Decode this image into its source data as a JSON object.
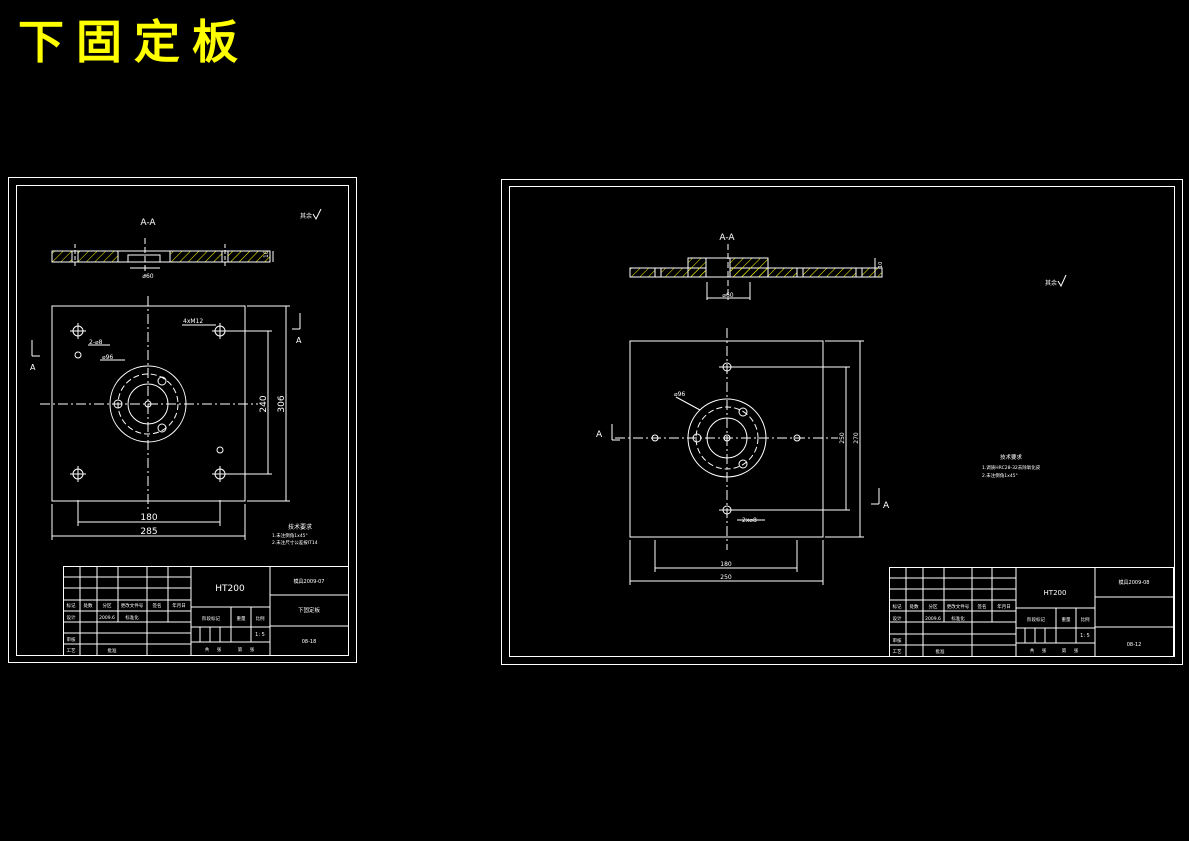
{
  "title": "下固定板",
  "colors": {
    "background": "#000000",
    "title": "#ffff00",
    "line": "#ffffff",
    "dim": "#ffffff"
  },
  "sheet1": {
    "section_label": "A-A",
    "section_mark": "A",
    "roughness": "其余",
    "dims": {
      "d_96": "⌀96",
      "holes_2": "2-⌀8",
      "holes_4": "4xM12",
      "h_240": "240",
      "h_306": "306",
      "w_180": "180",
      "w_285": "285",
      "thk": "10",
      "d_60": "⌀60"
    },
    "notes_title": "技术要求",
    "notes": [
      "1.未注倒角1x45°",
      "2.未注尺寸公差按IT14"
    ],
    "tb_material": "HT200",
    "tb_code": "模具2009-07",
    "tb_name": "下固定板",
    "tb_scale": "1: 5",
    "tb_num": "08-18",
    "tb_labels": [
      "标记",
      "处数",
      "分区",
      "更改文件号",
      "签名",
      "年月日"
    ],
    "tb_row2": [
      "设计",
      "2009.6",
      "标准化"
    ],
    "tb_row3": [
      "审核"
    ],
    "tb_row4": [
      "工艺",
      "批准"
    ],
    "tb_mid_labels": [
      "阶段标记",
      "重量",
      "比例"
    ],
    "tb_sheet": [
      "共",
      "张",
      "第",
      "张"
    ]
  },
  "sheet2": {
    "section_label": "A-A",
    "section_mark": "A",
    "roughness": "其余",
    "dims": {
      "d_96": "⌀96",
      "holes_2": "2x⌀8",
      "d_60": "⌀60",
      "h_1": "250",
      "h_2": "270",
      "w_180": "180",
      "w_250": "250",
      "thk": "10"
    },
    "notes_title": "技术要求",
    "notes": [
      "1.调质HRC28-32去除氧化皮",
      "2.未注倒角1x45°"
    ],
    "tb_material": "HT200",
    "tb_code": "模具2009-08",
    "tb_scale": "1: 5",
    "tb_num": "08-12",
    "tb_labels": [
      "标记",
      "处数",
      "分区",
      "更改文件号",
      "签名",
      "年月日"
    ],
    "tb_row2": [
      "设计",
      "2009.6",
      "标准化"
    ],
    "tb_row3": [
      "审核"
    ],
    "tb_row4": [
      "工艺",
      "批准"
    ],
    "tb_mid_labels": [
      "阶段标记",
      "重量",
      "比例"
    ],
    "tb_sheet": [
      "共",
      "张",
      "第",
      "张"
    ]
  }
}
